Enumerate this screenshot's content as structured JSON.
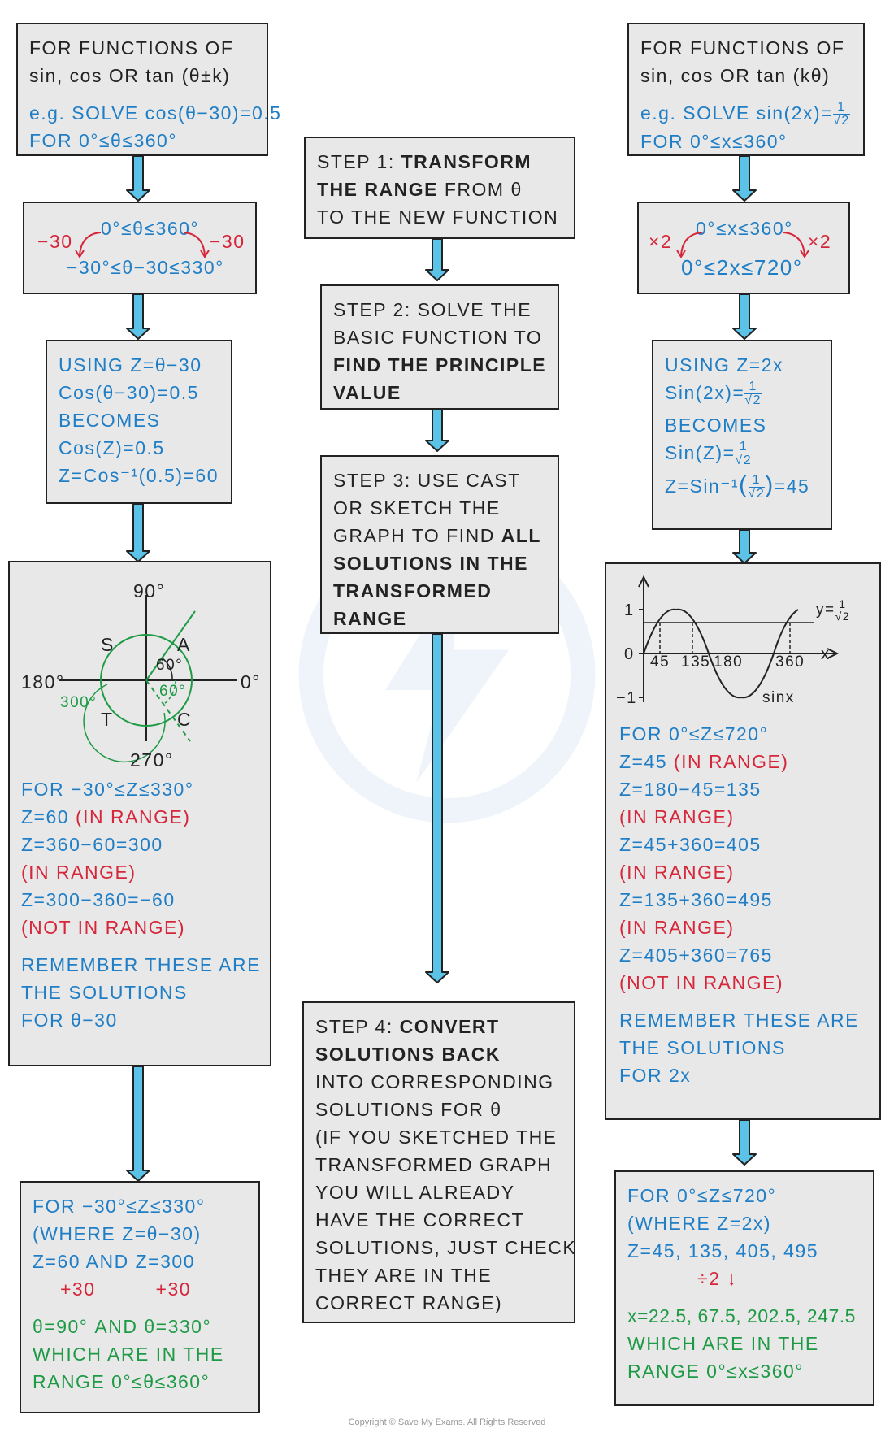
{
  "left": {
    "intro": {
      "line1": "FOR  FUNCTIONS  OF",
      "line2": "sin, cos  OR  tan (θ±k)",
      "line3": "e.g. SOLVE  cos(θ−30)=0.5",
      "line4": "FOR  0°≤θ≤360°"
    },
    "transform": {
      "top": "0°≤θ≤360°",
      "left_label": "−30",
      "right_label": "−30",
      "bottom": "−30°≤θ−30≤330°"
    },
    "using": [
      "USING  Z=θ−30",
      "Cos(θ−30)=0.5",
      "BECOMES",
      "Cos(Z)=0.5",
      "Z=Cos⁻¹(0.5)=60"
    ],
    "cast": {
      "top": "90°",
      "bottom": "270°",
      "left": "180°",
      "right": "0°",
      "s": "S",
      "a": "A",
      "t": "T",
      "c": "C",
      "angle1": "60°",
      "angle2": "60°",
      "angle3": "300°"
    },
    "solutions": [
      {
        "text": "FOR  −30°≤Z≤330°",
        "color": "blue"
      },
      {
        "text": "Z=60",
        "color": "blue",
        "extra": " (IN  RANGE)",
        "extra_color": "red"
      },
      {
        "text": "Z=360−60=300",
        "color": "blue"
      },
      {
        "text": "(IN  RANGE)",
        "color": "red"
      },
      {
        "text": "Z=300−360=−60",
        "color": "blue"
      },
      {
        "text": "(NOT  IN  RANGE)",
        "color": "red"
      }
    ],
    "remember": [
      "REMEMBER  THESE  ARE",
      "THE  SOLUTIONS",
      "FOR  θ−30"
    ],
    "final": {
      "line1": "FOR  −30°≤Z≤330°",
      "line2": "(WHERE  Z=θ−30)",
      "line3": "Z=60  AND  Z=300",
      "plus1": "+30",
      "plus2": "+30",
      "line4": "θ=90°  AND  θ=330°",
      "line5": "WHICH  ARE  IN  THE",
      "line6": "RANGE  0°≤θ≤360°"
    }
  },
  "middle": {
    "step1": {
      "lead": "STEP  1:  ",
      "bold1": "TRANSFORM",
      "line2a": "THE  RANGE",
      "line2b": "  FROM  θ",
      "line3": "TO  THE  NEW  FUNCTION"
    },
    "step2": {
      "line1": "STEP  2:  SOLVE   THE",
      "line2": "BASIC  FUNCTION  TO",
      "line3": "FIND  THE  PRINCIPLE",
      "line4": "VALUE"
    },
    "step3": {
      "line1": "STEP  3:  USE   CAST",
      "line2": "OR  SKETCH  THE",
      "line3a": "GRAPH  TO  FIND ",
      "line3b": "ALL",
      "line4": "SOLUTIONS  IN  THE",
      "line5": "TRANSFORMED",
      "line6": "RANGE"
    },
    "step4": {
      "line1a": "STEP  4:  ",
      "line1b": "CONVERT",
      "line2": "SOLUTIONS  BACK",
      "line3": "INTO  CORRESPONDING",
      "line4": "SOLUTIONS   FOR   θ",
      "line5": "(IF  YOU  SKETCHED  THE",
      "line6": "TRANSFORMED   GRAPH",
      "line7": "YOU   WILL   ALREADY",
      "line8": "HAVE   THE   CORRECT",
      "line9": "SOLUTIONS,  JUST  CHECK",
      "line10": "THEY  ARE   IN   THE",
      "line11": "CORRECT   RANGE)"
    }
  },
  "right": {
    "intro": {
      "line1": "FOR  FUNCTIONS  OF",
      "line2": "sin, cos  OR  tan (kθ)",
      "line3": "e.g. SOLVE  sin(2x)=",
      "line4": "FOR  0°≤x≤360°",
      "frac_num": "1",
      "frac_den": "√2"
    },
    "transform": {
      "top": "0°≤x≤360°",
      "left_label": "×2",
      "right_label": "×2",
      "bottom": "0°≤2x≤720°"
    },
    "using": {
      "line1": "USING  Z=2x",
      "line2": "Sin(2x)=",
      "line3": "BECOMES",
      "line4": "Sin(Z)=",
      "line5a": "Z=Sin⁻¹",
      "line5b": "=45",
      "num": "1",
      "den": "√2"
    },
    "graph": {
      "y1": "1",
      "y0": "0",
      "yneg": "−1",
      "x45": "45",
      "x135": "135",
      "x180": "180",
      "x360": "360",
      "xaxis": "x",
      "curve_label": "sinx",
      "line_label": "y=",
      "line_num": "1",
      "line_den": "√2"
    },
    "solutions": [
      {
        "text": "FOR   0°≤Z≤720°",
        "color": "blue"
      },
      {
        "text": "Z=45",
        "color": "blue",
        "extra": "  (IN  RANGE)",
        "extra_color": "red"
      },
      {
        "text": "Z=180−45=135",
        "color": "blue"
      },
      {
        "text": "(IN  RANGE)",
        "color": "red"
      },
      {
        "text": "Z=45+360=405",
        "color": "blue"
      },
      {
        "text": "(IN  RANGE)",
        "color": "red"
      },
      {
        "text": "Z=135+360=495",
        "color": "blue"
      },
      {
        "text": "(IN  RANGE)",
        "color": "red"
      },
      {
        "text": "Z=405+360=765",
        "color": "blue"
      },
      {
        "text": "(NOT  IN  RANGE)",
        "color": "red"
      }
    ],
    "remember": [
      "REMEMBER  THESE  ARE",
      "THE  SOLUTIONS",
      "FOR  2x"
    ],
    "final": {
      "line1": "FOR   0°≤Z≤720°",
      "line2": "(WHERE   Z=2x)",
      "line3": "Z=45, 135, 405, 495",
      "divide": "÷2",
      "line4": "x=22.5, 67.5, 202.5, 247.5",
      "line5": "WHICH   ARE   IN  THE",
      "line6": "RANGE   0°≤x≤360°"
    }
  },
  "copyright": "Copyright © Save My Exams. All Rights Reserved",
  "colors": {
    "blue": "#1f7ec6",
    "red": "#d6263a",
    "green": "#1e9a45",
    "arrow": "#5bc3e8",
    "box": "#e8e8e8"
  }
}
